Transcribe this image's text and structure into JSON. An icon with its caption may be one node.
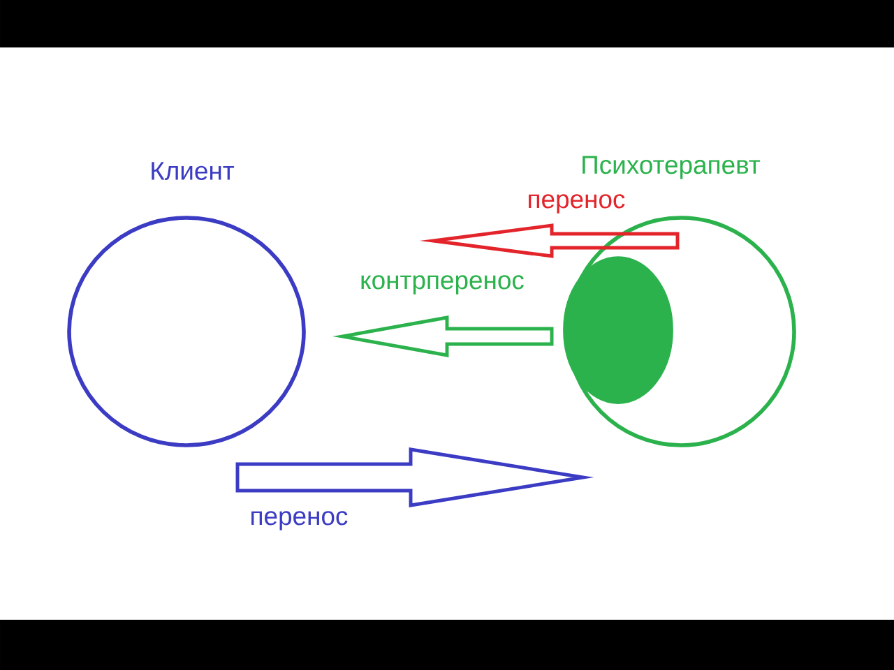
{
  "diagram": {
    "nodes": [
      {
        "text": [
          "Клиент"
        ]
      },
      {
        "text": [
          "Психотерапевт"
        ]
      },
      {
        "text": [],
        "shape": "circle",
        "in": 1
      }
    ],
    "edges": [
      {
        "from": 1,
        "to": null,
        "arrow": "to",
        "label": "перенос",
        "color": "#e3242b"
      },
      {
        "from": 2,
        "to": 0,
        "arrow": "to",
        "label": "контрперенос",
        "color": "#2bb24c"
      },
      {
        "from": 0,
        "to": 1,
        "arrow": "to",
        "label": "перенос",
        "color": "#3b3bc4"
      }
    ]
  }
}
